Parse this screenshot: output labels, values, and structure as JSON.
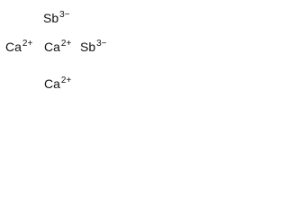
{
  "ions": [
    {
      "symbol": "Sb",
      "charge": "3−"
    },
    {
      "symbol": "Ca",
      "charge": "2+"
    },
    {
      "symbol": "Ca",
      "charge": "2+"
    },
    {
      "symbol": "Sb",
      "charge": "3−"
    },
    {
      "symbol": "Ca",
      "charge": "2+"
    }
  ]
}
